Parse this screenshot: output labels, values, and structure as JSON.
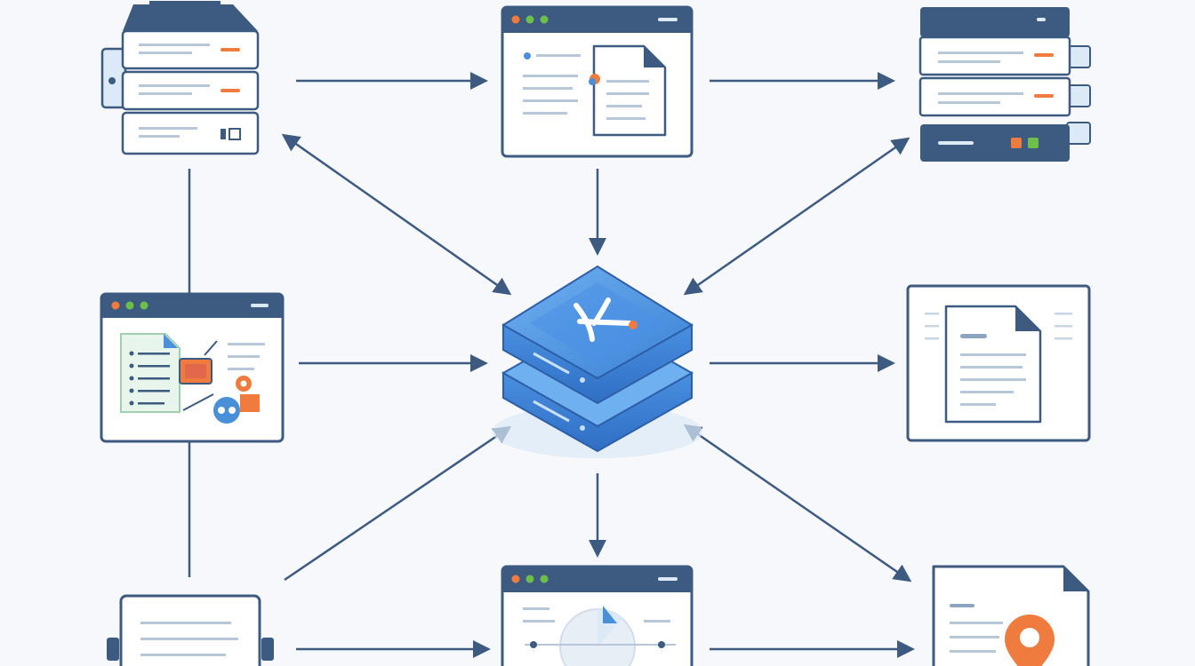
{
  "diagram": {
    "type": "hub-and-spoke architecture illustration",
    "text_labels": [],
    "hub": {
      "icon": "stacked-server-hub-icon"
    },
    "nodes": [
      {
        "id": "server-rack-top-left",
        "icon": "server-rack-icon"
      },
      {
        "id": "browser-document-top-center",
        "icon": "browser-window-document-icon"
      },
      {
        "id": "server-rack-top-right",
        "icon": "server-rack-icon"
      },
      {
        "id": "browser-dashboard-mid-left",
        "icon": "browser-window-dashboard-icon"
      },
      {
        "id": "document-frame-mid-right",
        "icon": "document-icon"
      },
      {
        "id": "monitor-bottom-left",
        "icon": "monitor-icon"
      },
      {
        "id": "browser-chart-bottom-center",
        "icon": "browser-window-chart-icon"
      },
      {
        "id": "document-location-bottom-right",
        "icon": "document-location-pin-icon"
      }
    ],
    "edges": [
      {
        "from": "server-rack-top-left",
        "to": "browser-document-top-center",
        "kind": "one-way"
      },
      {
        "from": "browser-document-top-center",
        "to": "server-rack-top-right",
        "kind": "one-way"
      },
      {
        "from": "browser-document-top-center",
        "to": "hub",
        "kind": "one-way"
      },
      {
        "from": "server-rack-top-left",
        "to": "hub",
        "kind": "two-way"
      },
      {
        "from": "server-rack-top-right",
        "to": "hub",
        "kind": "two-way"
      },
      {
        "from": "browser-dashboard-mid-left",
        "to": "hub",
        "kind": "one-way"
      },
      {
        "from": "hub",
        "to": "document-frame-mid-right",
        "kind": "one-way"
      },
      {
        "from": "monitor-bottom-left",
        "to": "hub",
        "kind": "one-way"
      },
      {
        "from": "hub",
        "to": "browser-chart-bottom-center",
        "kind": "one-way"
      },
      {
        "from": "hub",
        "to": "document-location-bottom-right",
        "kind": "two-way"
      },
      {
        "from": "monitor-bottom-left",
        "to": "browser-chart-bottom-center",
        "kind": "one-way"
      },
      {
        "from": "browser-chart-bottom-center",
        "to": "document-location-bottom-right",
        "kind": "one-way"
      },
      {
        "from": "server-rack-top-left",
        "to": "monitor-bottom-left",
        "kind": "line"
      }
    ],
    "colors": {
      "navy": "#3d5a80",
      "blue": "#4a90d9",
      "light_blue": "#dce9f7",
      "orange": "#f07b3f",
      "green": "#6cc04a",
      "background": "#f6f8fb"
    }
  }
}
